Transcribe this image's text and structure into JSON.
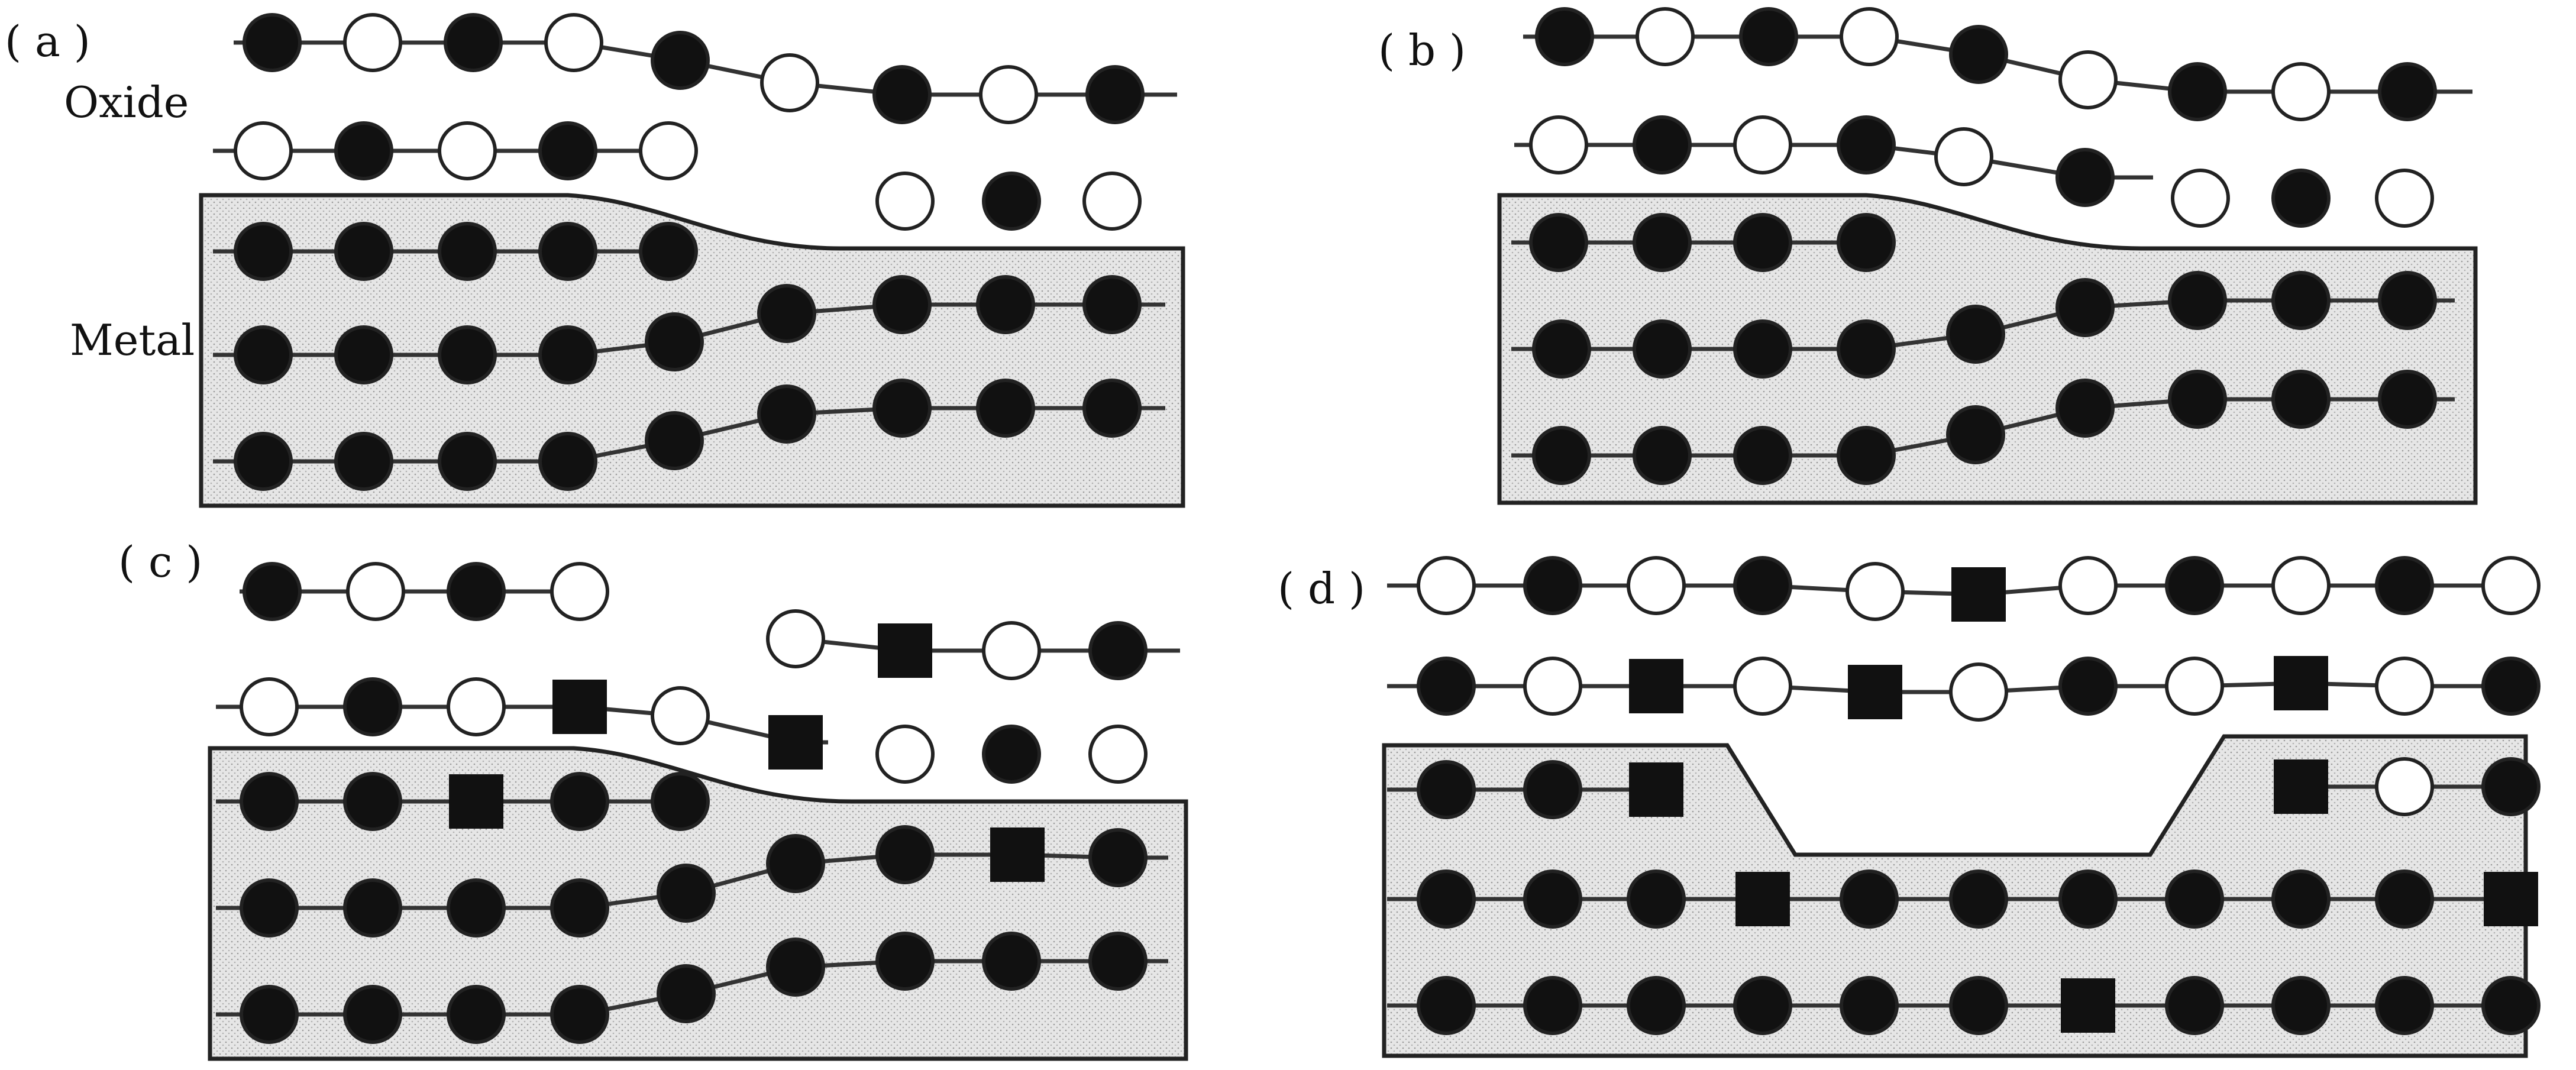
{
  "panels": {
    "a": {
      "label": "( a )"
    },
    "b": {
      "label": "( b )"
    },
    "c": {
      "label": "( c )"
    },
    "d": {
      "label": "( d )"
    }
  },
  "side_labels": {
    "oxide": "Oxide",
    "metal": "Metal"
  },
  "legend_semantics": {
    "filled_circle": "metal atom",
    "open_circle": "oxygen atom",
    "filled_square": "square symbol"
  },
  "colors": {
    "atom_fill": "#111111",
    "oxygen_fill": "#ffffff",
    "stroke": "#222222",
    "metal_region_fill": "#e4e4e4",
    "background": "#ffffff"
  }
}
